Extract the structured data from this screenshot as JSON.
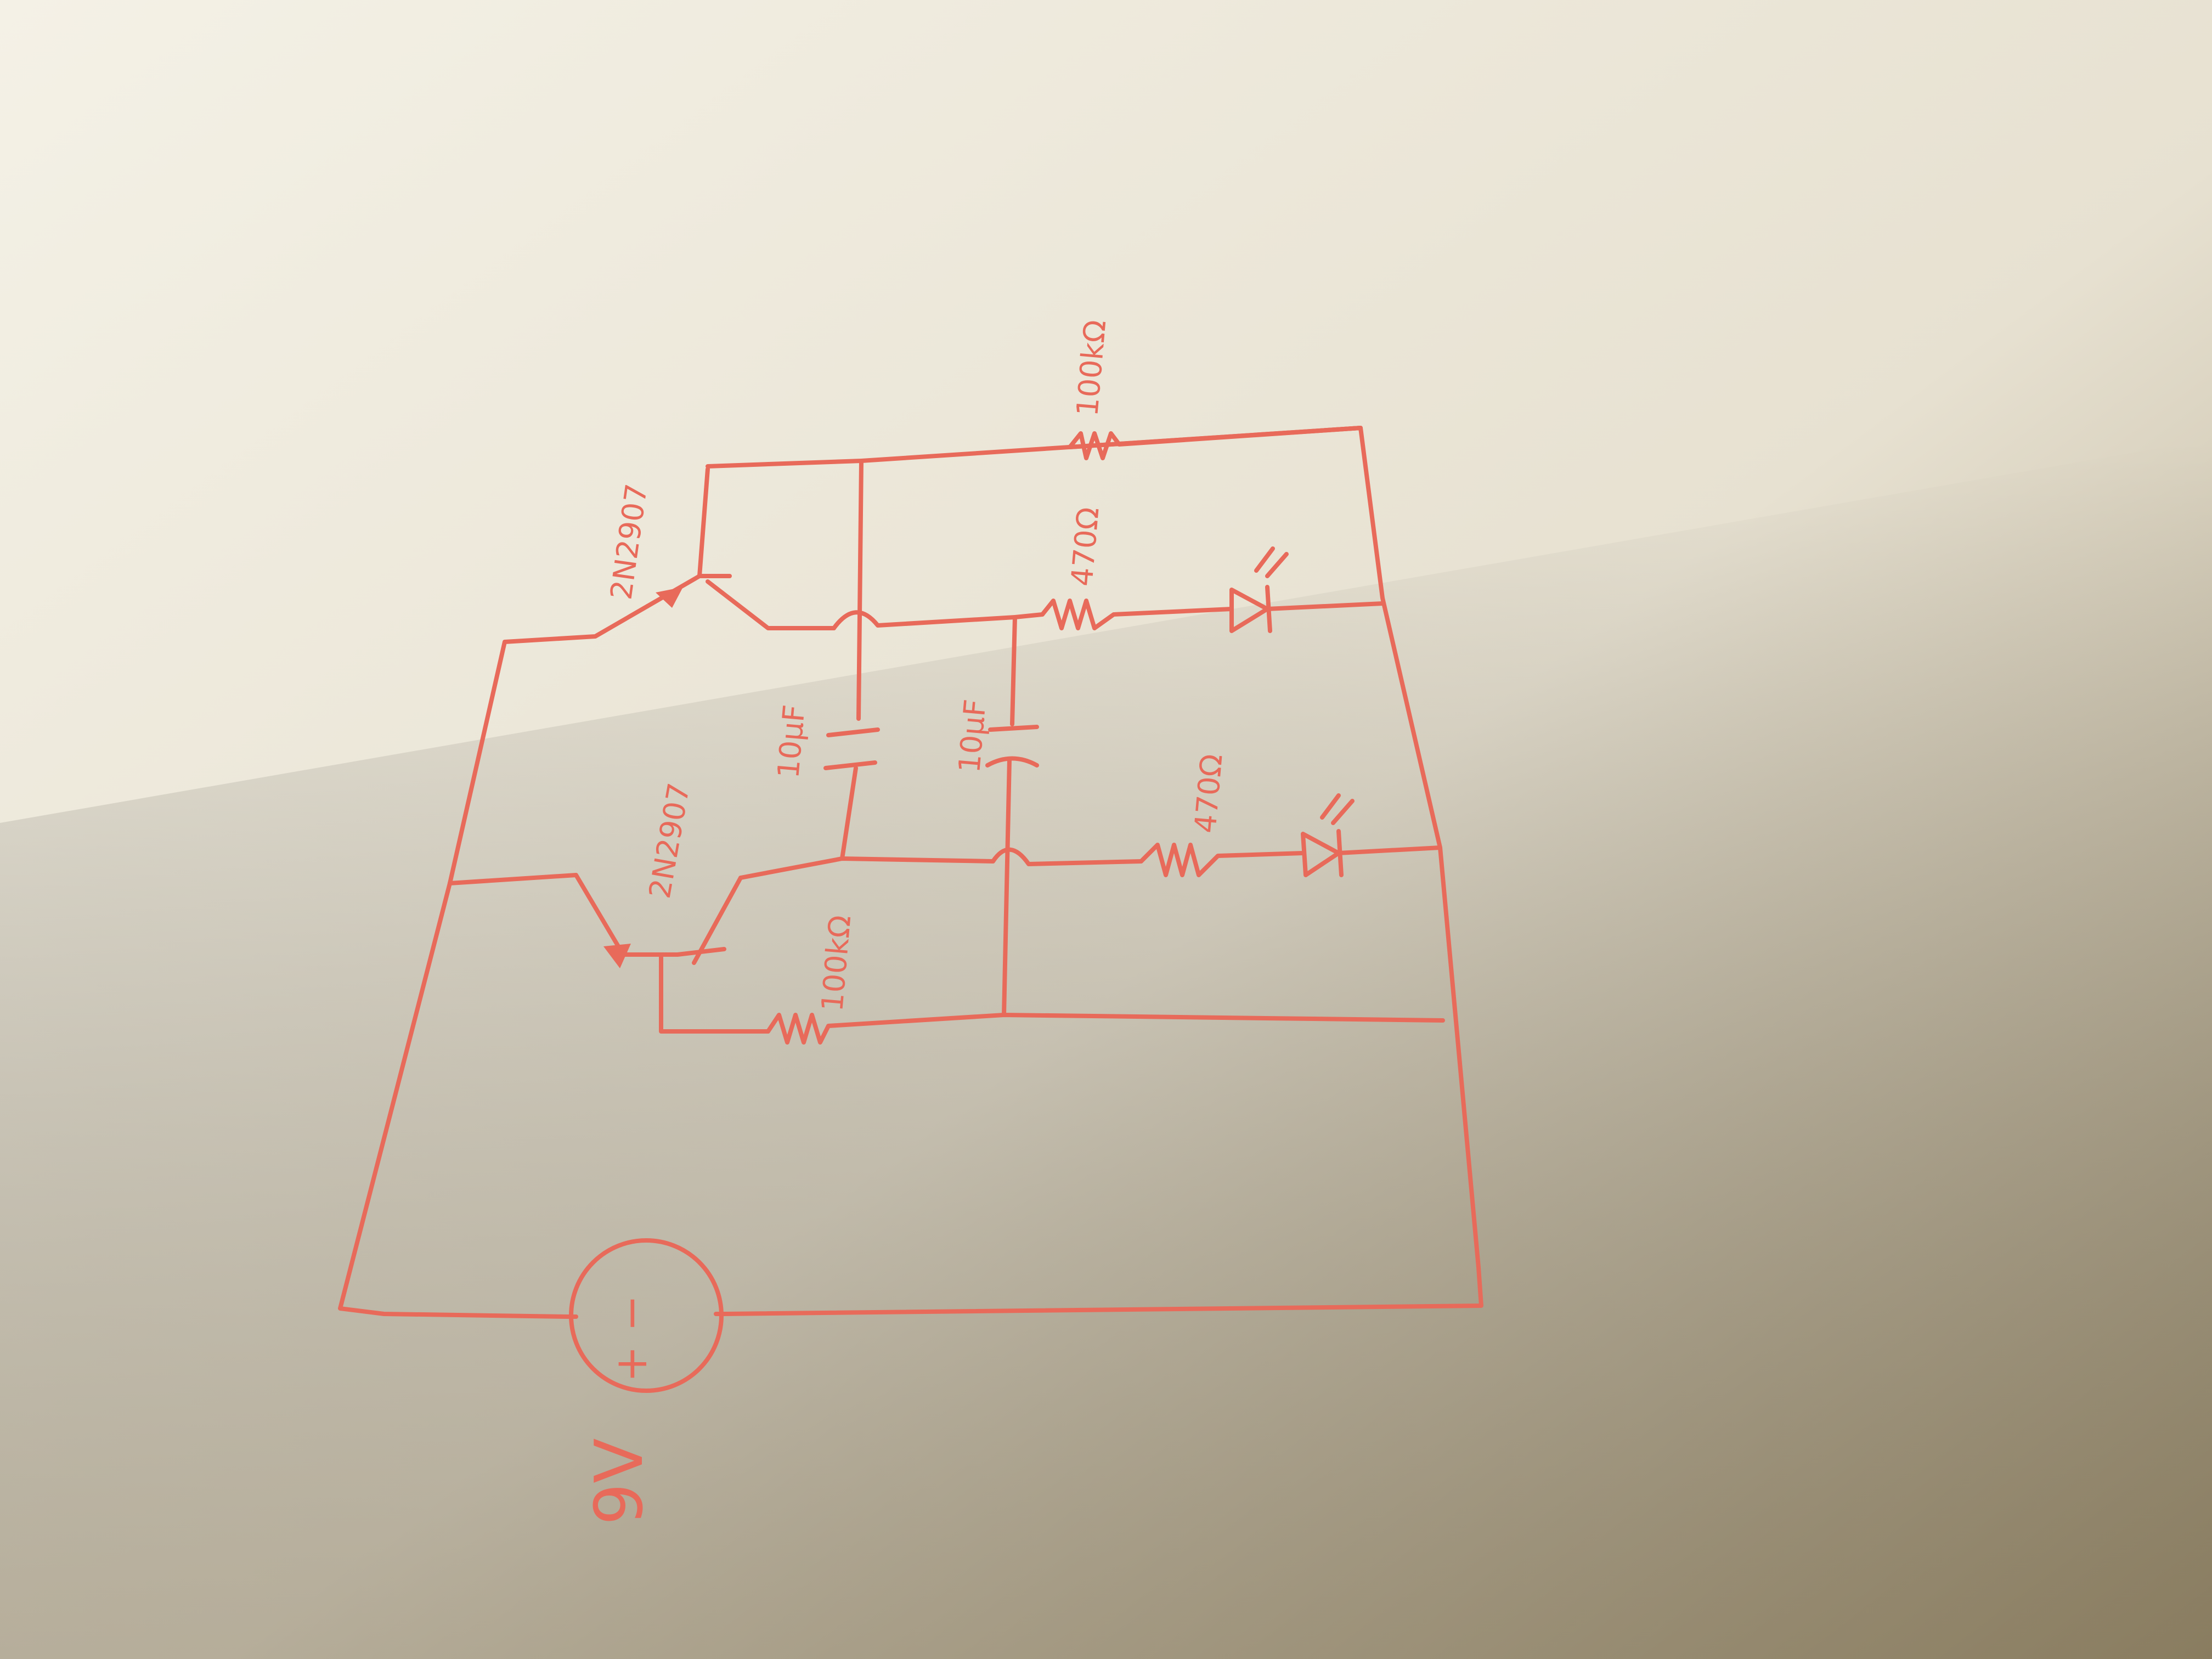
{
  "colors": {
    "ink": "#e86a5a",
    "paper_light": "#f4f1e6",
    "paper_mid": "#e7e1d1",
    "paper_shadow": "#b9ad91",
    "paper_dark": "#a39678"
  },
  "components": {
    "transistor_top": {
      "kind": "pnp-transistor",
      "label": "2N2907"
    },
    "transistor_bottom": {
      "kind": "pnp-transistor",
      "label": "2N2907"
    },
    "resistor_top_feedback": {
      "kind": "resistor",
      "label": "100kΩ"
    },
    "resistor_led1": {
      "kind": "resistor",
      "label": "470Ω"
    },
    "resistor_led2": {
      "kind": "resistor",
      "label": "470Ω"
    },
    "resistor_base": {
      "kind": "resistor",
      "label": "100kΩ"
    },
    "capacitor_left": {
      "kind": "capacitor",
      "label": "10μF"
    },
    "capacitor_right": {
      "kind": "polarized-capacitor",
      "label": "10μF"
    },
    "led_top": {
      "kind": "led"
    },
    "led_bottom": {
      "kind": "led"
    },
    "battery": {
      "kind": "battery",
      "label": "9V",
      "terminals": "+ −"
    }
  }
}
